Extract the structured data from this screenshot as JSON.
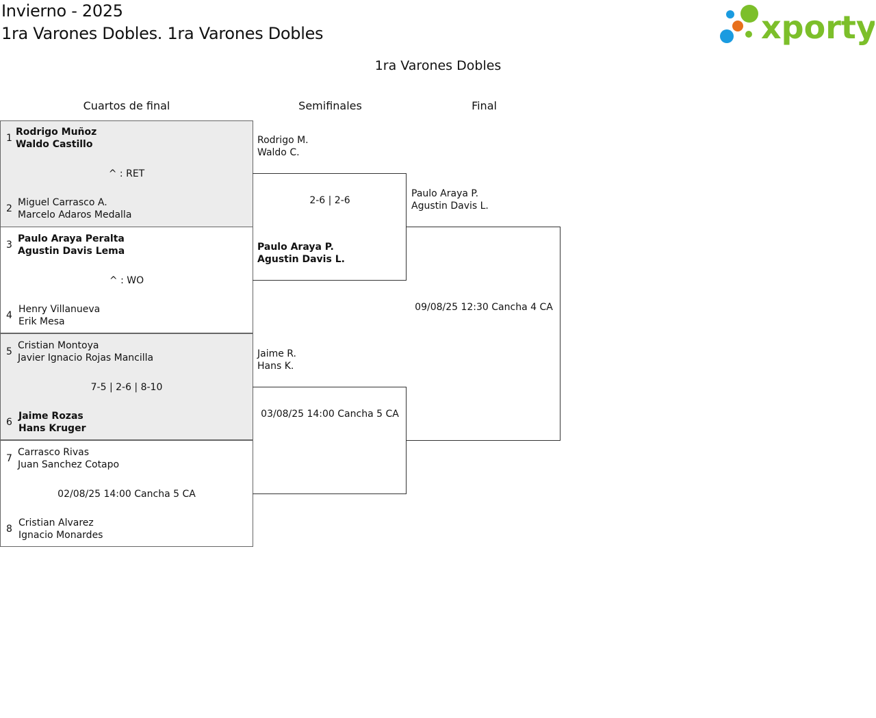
{
  "header": {
    "season": "Invierno - 2025",
    "category": "1ra Varones Dobles. 1ra Varones Dobles"
  },
  "logo": {
    "text": "xporty",
    "colors": {
      "green": "#7cbf2a",
      "blue": "#1a9be0",
      "orange": "#e8701c"
    }
  },
  "bracket": {
    "title": "1ra Varones Dobles",
    "rounds": [
      "Cuartos de final",
      "Semifinales",
      "Final"
    ]
  },
  "quarterfinals": [
    {
      "match_info": "^ : RET",
      "top": {
        "seed": "1",
        "player1": "Rodrigo Muñoz",
        "player2": "Waldo Castillo"
      },
      "bottom": {
        "seed": "2",
        "player1": "Miguel Carrasco A.",
        "player2": "Marcelo Adaros Medalla"
      }
    },
    {
      "match_info": "^ : WO",
      "top": {
        "seed": "3",
        "player1": "Paulo Araya Peralta",
        "player2": "Agustin Davis Lema"
      },
      "bottom": {
        "seed": "4",
        "player1": "Henry Villanueva",
        "player2": "Erik Mesa"
      }
    },
    {
      "match_info": "7-5 | 2-6 | 8-10",
      "top": {
        "seed": "5",
        "player1": "Cristian Montoya",
        "player2": "Javier Ignacio Rojas Mancilla"
      },
      "bottom": {
        "seed": "6",
        "player1": "Jaime Rozas",
        "player2": "Hans Kruger"
      }
    },
    {
      "match_info": "02/08/25 14:00 Cancha 5 CA",
      "top": {
        "seed": "7",
        "player1": "Carrasco Rivas",
        "player2": "Juan Sanchez Cotapo"
      },
      "bottom": {
        "seed": "8",
        "player1": "Cristian Alvarez",
        "player2": "Ignacio Monardes"
      }
    }
  ],
  "semifinals": [
    {
      "match_info": "2-6 | 2-6",
      "top": {
        "player1": "Rodrigo M.",
        "player2": "Waldo C."
      },
      "bottom": {
        "player1": "Paulo Araya P.",
        "player2": "Agustin Davis L."
      }
    },
    {
      "match_info": "03/08/25 14:00 Cancha 5 CA",
      "top": {
        "player1": "Jaime R.",
        "player2": "Hans K."
      },
      "bottom": {
        "player1": "",
        "player2": ""
      }
    }
  ],
  "final": {
    "match_info": "09/08/25 12:30 Cancha 4 CA",
    "top": {
      "player1": "Paulo Araya P.",
      "player2": "Agustin Davis L."
    }
  }
}
